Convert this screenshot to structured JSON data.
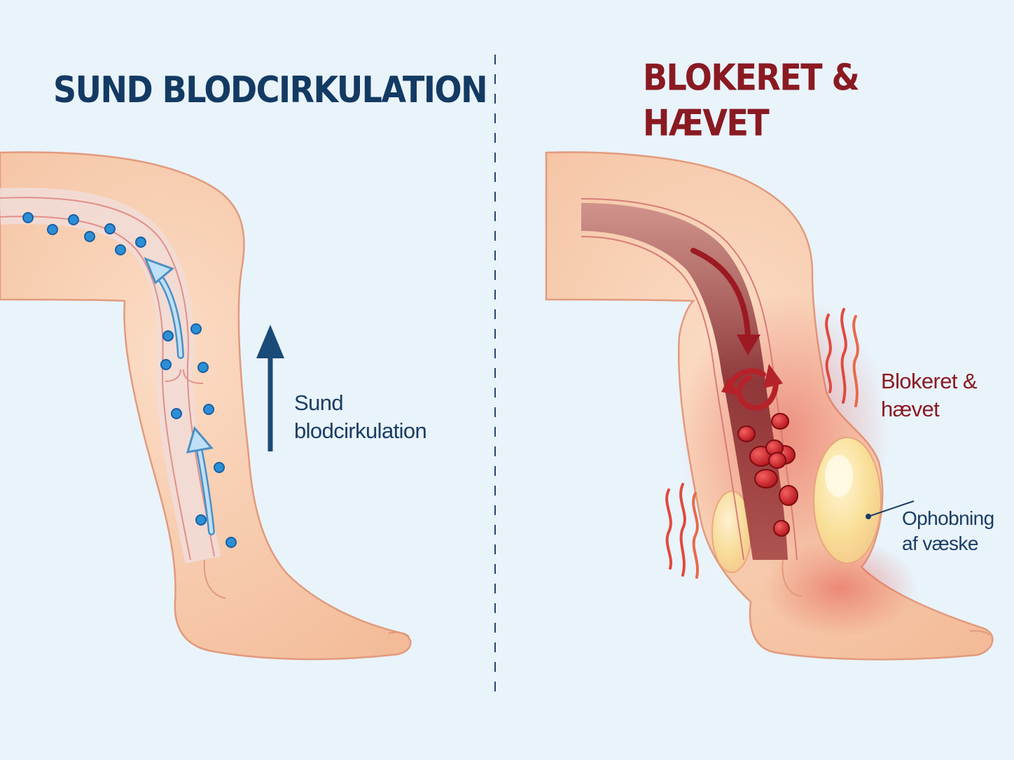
{
  "left_panel": {
    "title": "SUND BLODCIRKULATION",
    "flow_label": "Sund\nblodcirkulation"
  },
  "right_panel": {
    "title": "BLOKERET & HÆVET",
    "swelling_label": "Blokeret &\nhævet",
    "fluid_label": "Ophobning\naf væske"
  },
  "colors": {
    "background": "#e9f3fa",
    "healthy_text": "#133a63",
    "blocked_text": "#8a1a22",
    "skin": "#f6c7a8",
    "blood_cell_healthy": "#2b8fd6",
    "blood_cell_blocked": "#d9262c",
    "fluid": "#f7dd95"
  },
  "icons": [
    "up-arrow-icon",
    "flow-arrow-icon",
    "swirl-arrow-icon",
    "heat-wave-icon"
  ]
}
